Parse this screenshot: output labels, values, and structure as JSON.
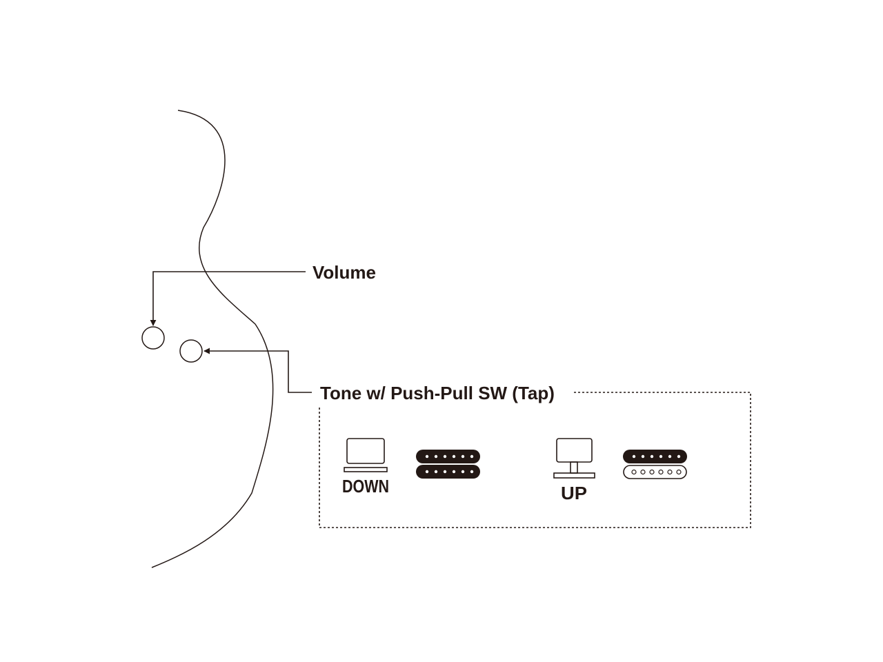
{
  "labels": {
    "volume": "Volume",
    "tone": "Tone w/ Push-Pull SW (Tap)"
  },
  "switch_states": [
    {
      "label": "DOWN",
      "coil": "both-coils-active"
    },
    {
      "label": "UP",
      "coil": "single-coil-tapped"
    }
  ],
  "icons": {
    "volume_knob": "knob-circle-icon",
    "tone_knob": "knob-circle-icon",
    "switch_down": "push-pull-knob-down-icon",
    "switch_up": "push-pull-knob-up-icon",
    "humbucker_full": "humbucker-pickup-icon",
    "humbucker_tapped": "humbucker-tapped-pickup-icon"
  },
  "colors": {
    "ink": "#231815",
    "background": "#ffffff"
  }
}
